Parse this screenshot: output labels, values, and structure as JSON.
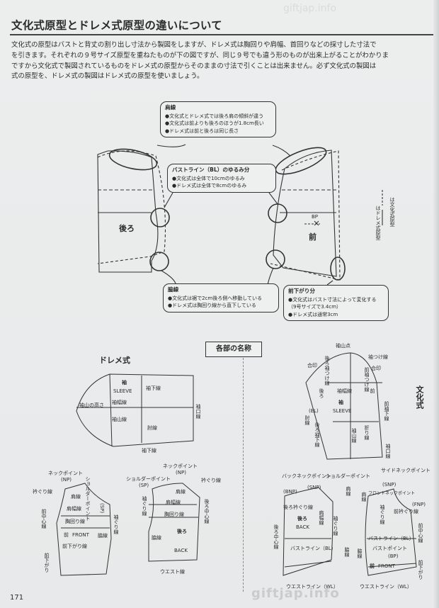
{
  "title": "文化式原型とドレメ式原型の違いについて",
  "intro_lines": [
    "文化式の原型はバストと背丈の割り出し寸法から製図をしますが、ドレメ式は胸回りや肩幅、首回りなどの採寸した寸法で",
    "を引きます。それぞれの９号サイズ原型を重ねたものが下の図ですが、同じ９号でも違う形のものが出来上がることがわかりま",
    "ですから文化式で製図されているものをドレメ式の原型からそのままの寸法で引くことは出来ません。必ず文化式の製図は",
    "式の原型を、ドレメ式の製図はドレメ式の原型を使いましょう。"
  ],
  "callouts": {
    "shoulder": {
      "title": "肩線",
      "items": [
        "●文化式とドレメ式では後ろ肩の傾斜が違う",
        "●文化式は前よりも後ろのほうが1.8cm長い",
        "●ドレメ式は前と後ろは同じ長さ"
      ]
    },
    "bust": {
      "title": "バストライン（BL）のゆるみ分",
      "items": [
        "●文化式は全体で10cmのゆるみ",
        "●ドレメ式は全体で8cmのゆるみ"
      ]
    },
    "side": {
      "title": "脇線",
      "items": [
        "●文化式は裾で2cm後ろ側へ移動している",
        "●ドレメ式は胸回り線から直下している"
      ]
    },
    "front_drop": {
      "title": "前下がり分",
      "items": [
        "●文化式はバスト寸法によって変化する",
        "（9号サイズで3.4cm）",
        "●ドレメ式は通常3cm"
      ]
    }
  },
  "bodice": {
    "back": "後ろ",
    "front": "前",
    "bp": "BP"
  },
  "legend_vertical": {
    "dashed": "は文化式原型",
    "solid": "はドレメ式原型"
  },
  "section_title": "各部の名称",
  "dreme": {
    "heading": "ドレメ式",
    "sleeve": {
      "sode": "袖",
      "sleeve_en": "SLEEVE",
      "sode_haba": "袖幅線",
      "sode_yama": "袖山線",
      "sodeyama_takasa": "袖山の高さ",
      "shita1": "袖下線",
      "shita2": "袖下線",
      "hiji": "肘線",
      "sodeguchi": "袖口線"
    },
    "front": {
      "neck_point": "ネックポイント",
      "np": "(NP)",
      "shoulder_point": "ショルダーポイント",
      "sp": "(SP)",
      "mikoshi": "衿ぐり線",
      "kata": "肩線",
      "katahaba": "肩幅線",
      "mune": "胸回り線",
      "mae": "前",
      "front_en": "FRONT",
      "mae_sagari": "前下がり線",
      "mae_chushin": "前中心線",
      "waki": "脇線",
      "sodeguri": "袖ぐり線",
      "mae_sagari_v": "前下がり"
    },
    "back": {
      "neck_point": "ネックポイント",
      "np": "(NP)",
      "shoulder_point": "ショルダーポイント",
      "sp": "(SP)",
      "eriguri": "衿ぐり線",
      "kata": "肩線",
      "katahaba": "肩幅線",
      "sodeguri": "袖ぐり線",
      "mune": "胸回り線",
      "ushiro": "後ろ",
      "back_en": "BACK",
      "waki": "脇線",
      "waist": "ウエスト線",
      "ushiro_chushin": "後ろ中心線"
    }
  },
  "bunka": {
    "heading": "文化式",
    "sleeve": {
      "sodeyama_ten": "袖山点",
      "aijirushi_l": "合印",
      "aijirushi_r": "合印",
      "sodetsuke": "袖つけ線",
      "ushiro_sodetsuke": "後ろ袖つけ線",
      "mae_sodetsuke": "前袖つけ線",
      "sode": "袖",
      "sleeve_en": "SLEEVE",
      "sode_haba": "袖幅線",
      "ushiro": "後ろ",
      "mae": "前",
      "el": "(EL)",
      "hiji": "肘線",
      "ushiro_sodeshita": "後ろ袖下線",
      "sodeyama": "袖山線",
      "orisen": "折り線",
      "mae_sodeshita": "前袖下線",
      "sodeguchi": "袖口線"
    },
    "back": {
      "back_neck_point": "バックネックポイント",
      "bnp": "(BNP)",
      "shoulder_point": "ショルダーポイント",
      "snp": "(SNP)",
      "ushiro_eriguri": "後ろ衿ぐり線",
      "kata": "肩線",
      "ushiro": "後ろ",
      "back_en": "BACK",
      "katahaba": "肩幅線",
      "sodeguri": "袖ぐり線",
      "bust": "バストライン（BL）",
      "waist": "ウエストライン（WL）",
      "ushiro_chushin": "後ろ中心線",
      "waki": "脇線"
    },
    "front": {
      "side_neck_point": "サイドネックポイント",
      "snp": "(SNP)",
      "front_neck_point": "フロントネックポイント",
      "fnp": "(FNP)",
      "kata": "肩線",
      "mae_eriguri": "前衿ぐり線",
      "sodeguri": "袖ぐり線",
      "bust": "バストライン（BL）",
      "bust_point": "バストポイント",
      "bp": "(BP)",
      "mae": "前",
      "front_en": "FRONT",
      "waist": "ウエストライン（WL）",
      "mae_chushin": "前中心線",
      "mae_sagari": "前下がり",
      "waki": "脇線"
    }
  },
  "page_number": "171",
  "watermark": "giftjap.info",
  "watermark_top": "giftjap.info"
}
